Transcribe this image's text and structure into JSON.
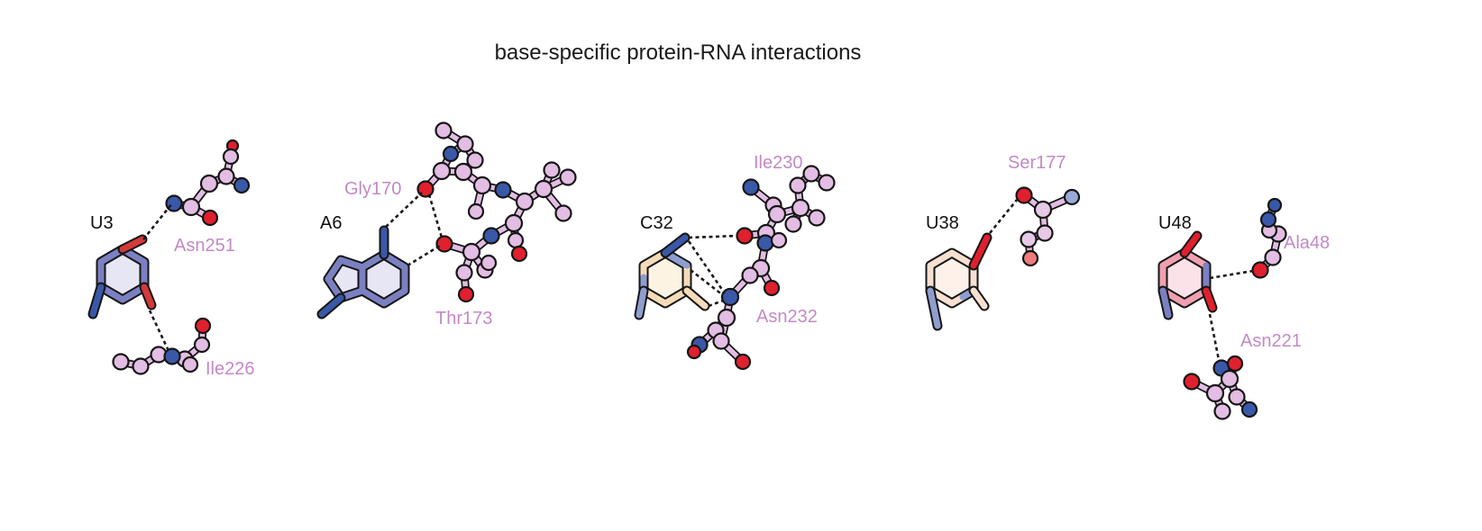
{
  "figure": {
    "title": "base-specific protein-RNA interactions",
    "colors": {
      "protein_carbon": "#e3bde3",
      "protein_label": "#c389c6",
      "oxygen": "#e0202e",
      "nitrogen": "#3a58a8",
      "hbond": "#1a1a1a",
      "base_U3": "#7b80c2",
      "base_A6": "#7b80c2",
      "base_C32": "#f5dcb8",
      "base_U38": "#f7e0d0",
      "base_U48": "#f0a0b0"
    },
    "panels": [
      {
        "base": "U3",
        "residues": [
          "Asn251",
          "Ile226"
        ]
      },
      {
        "base": "A6",
        "residues": [
          "Gly170",
          "Thr173"
        ]
      },
      {
        "base": "C32",
        "residues": [
          "Ile230",
          "Asn232"
        ]
      },
      {
        "base": "U38",
        "residues": [
          "Ser177"
        ]
      },
      {
        "base": "U48",
        "residues": [
          "Ala48",
          "Asn221"
        ]
      }
    ]
  }
}
